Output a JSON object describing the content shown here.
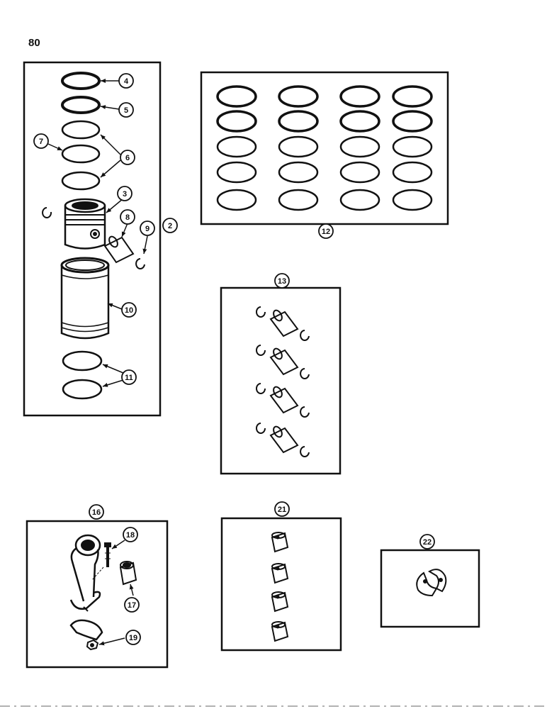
{
  "page": {
    "number": "80"
  },
  "callouts": {
    "c2": "2",
    "c3": "3",
    "c4": "4",
    "c5": "5",
    "c6": "6",
    "c7": "7",
    "c8": "8",
    "c9": "9",
    "c10": "10",
    "c11": "11",
    "c12": "12",
    "c13": "13",
    "c16": "16",
    "c17": "17",
    "c18": "18",
    "c19": "19",
    "c21": "21",
    "c22": "22"
  },
  "colors": {
    "ink": "#111111",
    "paper": "#ffffff"
  }
}
